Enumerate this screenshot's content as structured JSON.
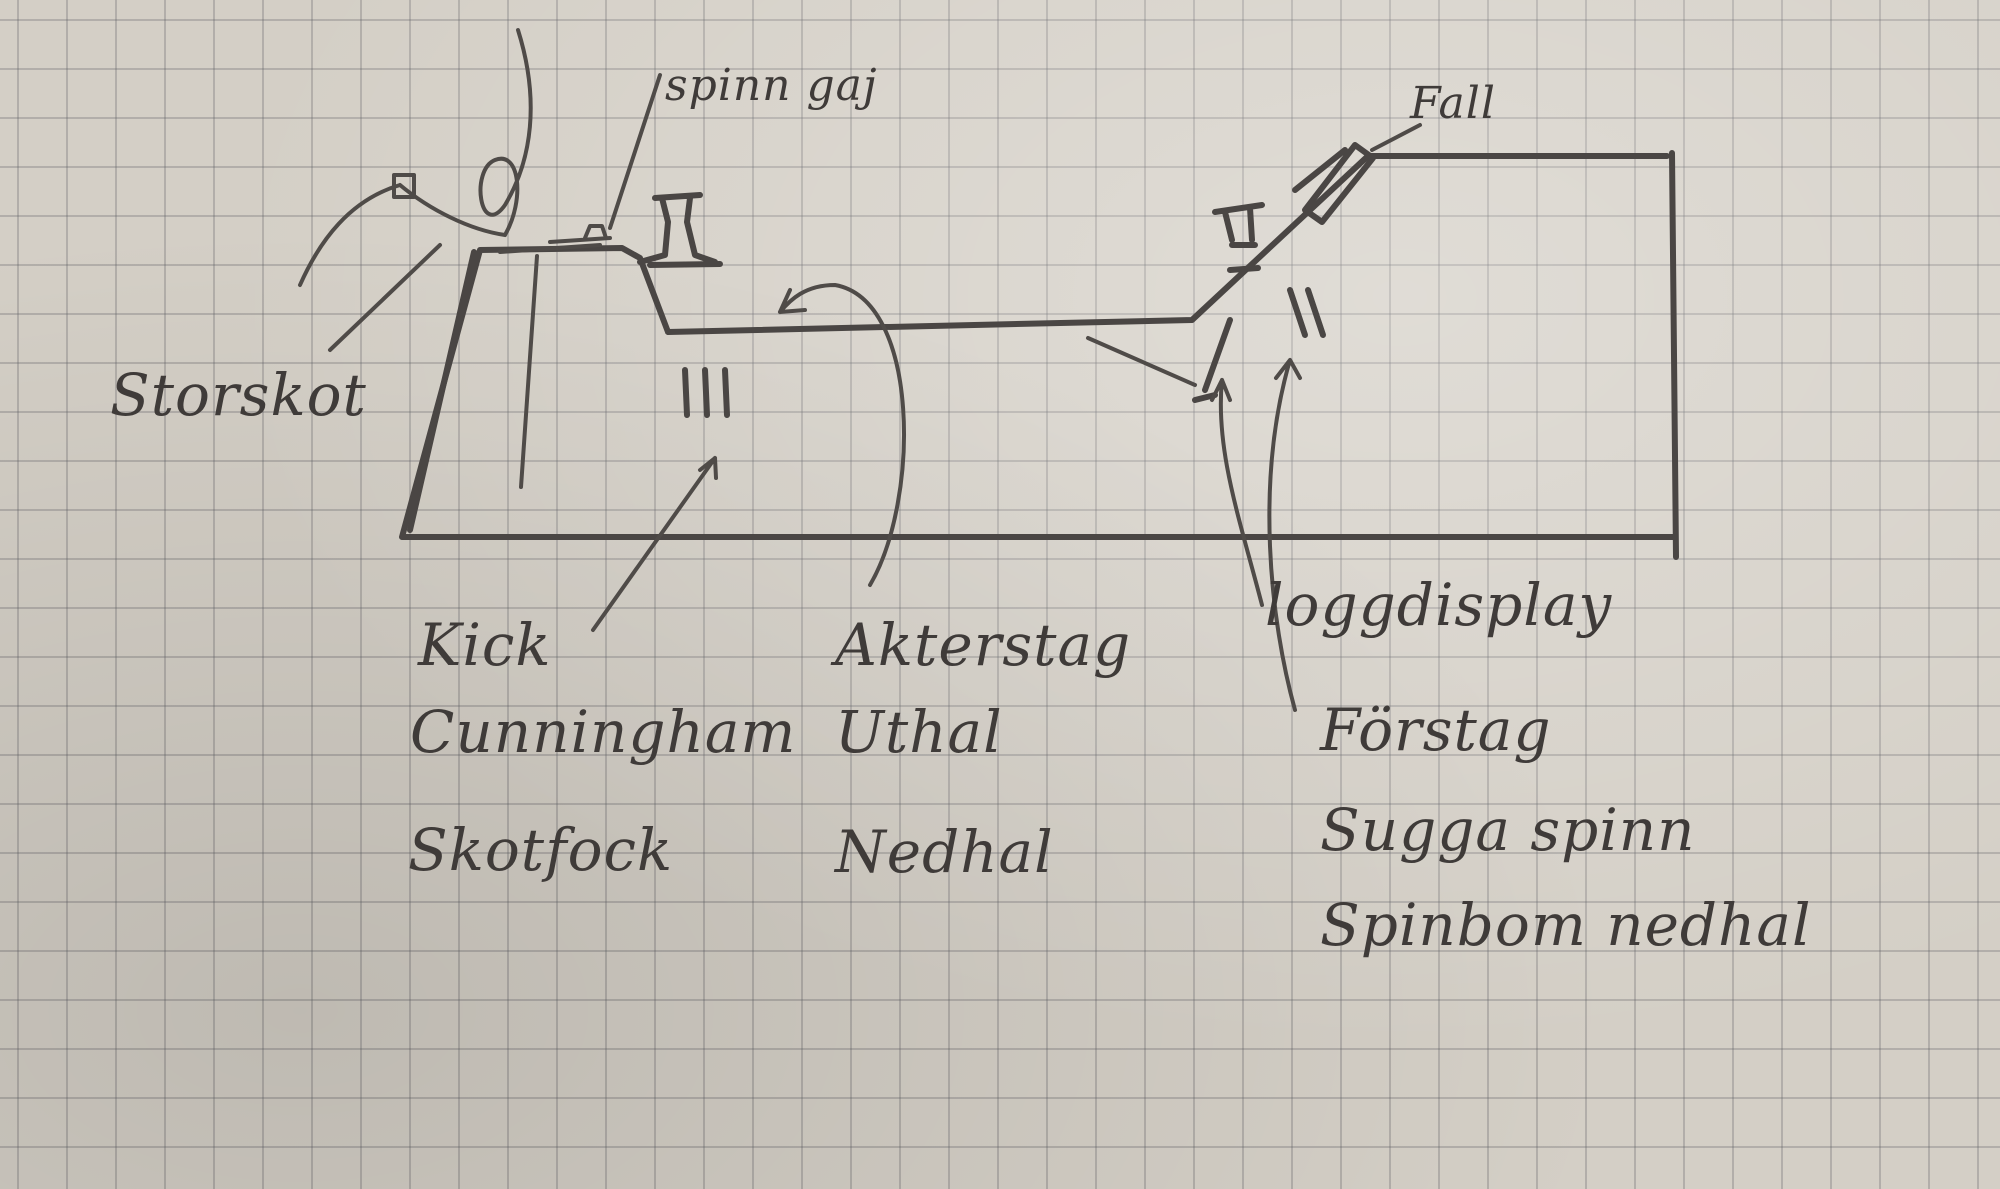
{
  "labels": {
    "spinngaj": "spinn gaj",
    "fall": "Fall",
    "storskot": "Storskot",
    "kick": "Kick",
    "cunningham": "Cunningham",
    "skotfock": "Skotfock",
    "akterstag": "Akterstag",
    "uthal": "Uthal",
    "nedhal": "Nedhal",
    "loggdisplay": "loggdisplay",
    "forstag": "Förstag",
    "sugga_spinn": "Sugga spinn",
    "spinbom_nedhal": "Spinbom nedhal"
  },
  "ink_color": "#4a4644",
  "paper_color": "#d4cfc6"
}
